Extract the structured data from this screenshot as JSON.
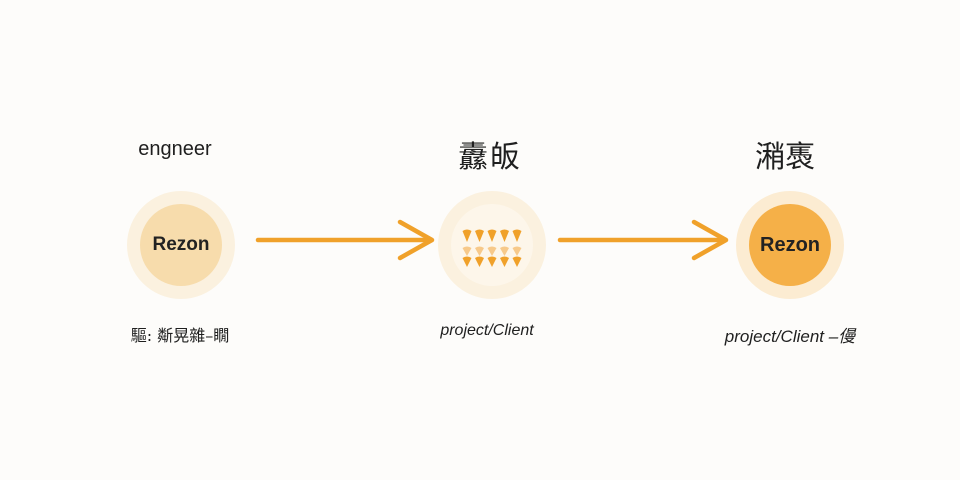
{
  "stages": [
    {
      "title": "engneer",
      "node_text": "Rezon",
      "caption": "驅: 斴晃雜–瞯"
    },
    {
      "title": "纛皈",
      "node_text": "",
      "caption": "project/Client"
    },
    {
      "title": "潲褭",
      "node_text": "Rezon",
      "caption": "project/Client –僈"
    }
  ],
  "colors": {
    "arrow": "#f0a12a",
    "accent": "#f5b048",
    "light_fill": "#f7dcac",
    "halo": "#fbf1df"
  },
  "icons": [
    "right-arrow-icon",
    "right-arrow-icon",
    "droplet-grid-icon"
  ]
}
